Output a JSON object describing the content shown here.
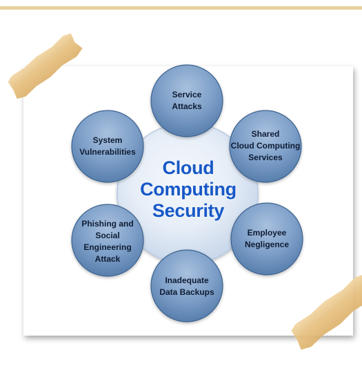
{
  "diagram": {
    "center": {
      "line1": "Cloud",
      "line2": "Computing",
      "line3": "Security"
    },
    "nodes": [
      {
        "label": "Service\nAttacks"
      },
      {
        "label": "Shared\nCloud Computing\nServices"
      },
      {
        "label": "Employee\nNegligence"
      },
      {
        "label": "Inadequate\nData Backups"
      },
      {
        "label": "Phishing and\nSocial\nEngineering\nAttack"
      },
      {
        "label": "System\nVulnerabilities"
      }
    ]
  },
  "colors": {
    "center_text": "#1758c7",
    "node_fill": "#6f93bd",
    "node_edge": "#3e6390",
    "tape": "#e6c07f",
    "top_bar": "#e9cf9d"
  }
}
